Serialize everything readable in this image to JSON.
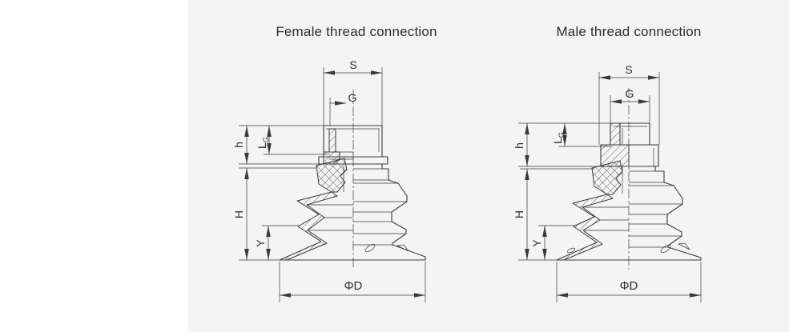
{
  "colors": {
    "page_background": "#ffffff",
    "panel_background": "#f4f4f5",
    "line": "#3a3a3a",
    "text": "#2d2d2d"
  },
  "figures": [
    {
      "id": "female",
      "title": "Female thread connection",
      "dims": {
        "s": "S",
        "g": "G",
        "h": "h",
        "l": "L",
        "l_sub": "G",
        "H": "H",
        "y": "Y",
        "d": "ΦD"
      }
    },
    {
      "id": "male",
      "title": "Male thread connection",
      "dims": {
        "s": "S",
        "g": "G",
        "h": "h",
        "l": "L",
        "l_sub": "G",
        "H": "H",
        "y": "Y",
        "d": "ΦD"
      }
    }
  ]
}
